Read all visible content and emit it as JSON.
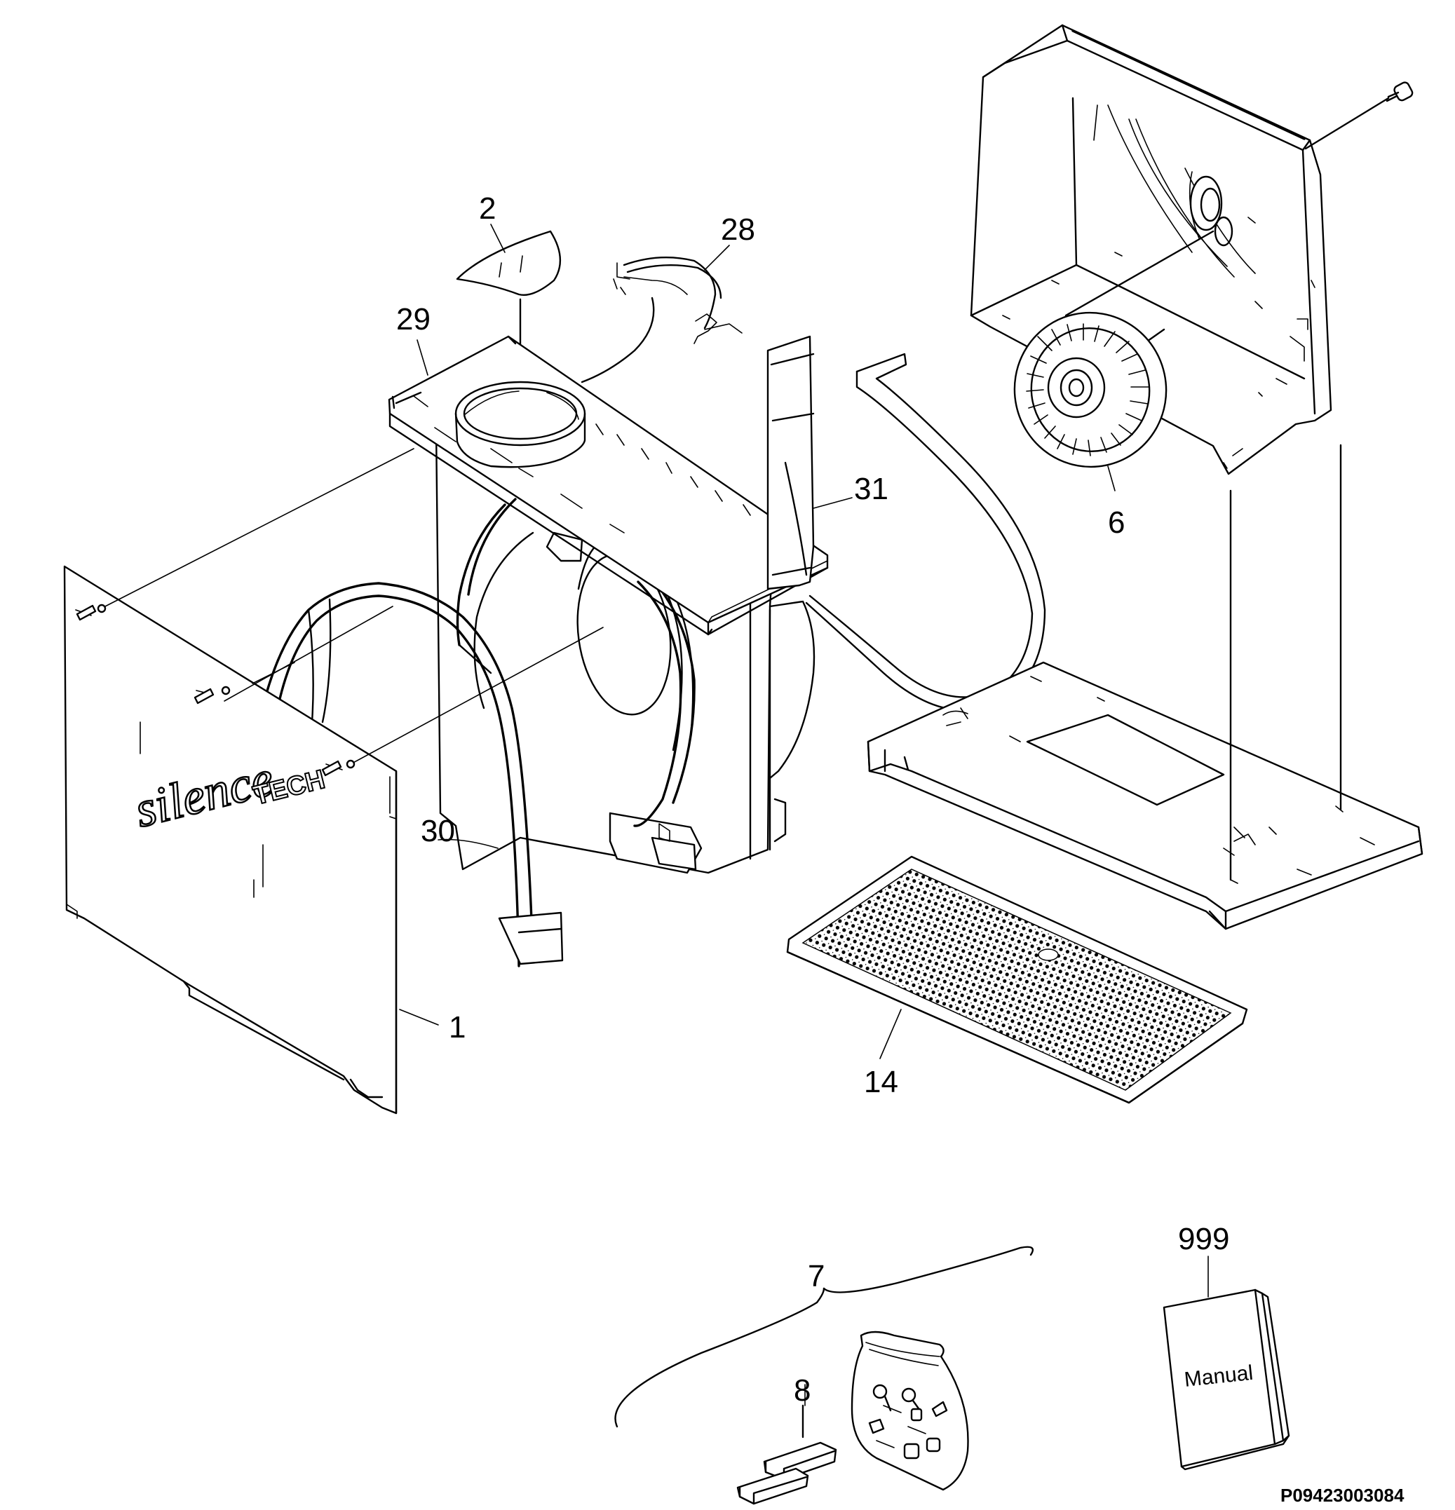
{
  "parts": [
    {
      "id": "1"
    },
    {
      "id": "2"
    },
    {
      "id": "6"
    },
    {
      "id": "7"
    },
    {
      "id": "8"
    },
    {
      "id": "14"
    },
    {
      "id": "28"
    },
    {
      "id": "29"
    },
    {
      "id": "30"
    },
    {
      "id": "31"
    },
    {
      "id": "999"
    }
  ],
  "front_panel": {
    "brand_script": "silence",
    "brand_caps": "TECH"
  },
  "manual_label": "Manual",
  "drawing_code": "P09423003084"
}
